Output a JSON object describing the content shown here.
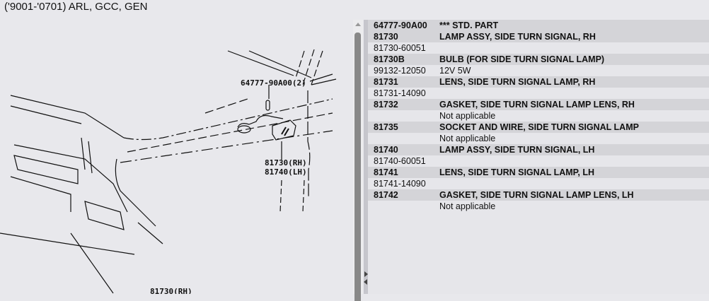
{
  "title": "('9001-'0701) ARL, GCC, GEN",
  "drawing": {
    "labels": [
      "64777-90A00(2)",
      "81730(RH)",
      "81740(LH)",
      "81730(RH)"
    ]
  },
  "parts": [
    {
      "type": "h",
      "code": "64777-90A00",
      "desc": "*** STD. PART"
    },
    {
      "type": "h",
      "code": "81730",
      "desc": "LAMP ASSY, SIDE TURN SIGNAL, RH"
    },
    {
      "type": "d",
      "code": "81730-60051",
      "desc": ""
    },
    {
      "type": "h",
      "code": "81730B",
      "desc": "BULB (FOR SIDE TURN SIGNAL LAMP)"
    },
    {
      "type": "d",
      "code": "99132-12050",
      "desc": "12V 5W"
    },
    {
      "type": "h",
      "code": "81731",
      "desc": "LENS, SIDE TURN SIGNAL LAMP, RH"
    },
    {
      "type": "d",
      "code": "81731-14090",
      "desc": ""
    },
    {
      "type": "h",
      "code": "81732",
      "desc": "GASKET, SIDE TURN SIGNAL LAMP LENS, RH"
    },
    {
      "type": "d",
      "code": "",
      "desc": "Not applicable"
    },
    {
      "type": "h",
      "code": "81735",
      "desc": "SOCKET AND WIRE, SIDE TURN SIGNAL LAMP"
    },
    {
      "type": "d",
      "code": "",
      "desc": "Not applicable"
    },
    {
      "type": "h",
      "code": "81740",
      "desc": "LAMP ASSY, SIDE TURN SIGNAL, LH"
    },
    {
      "type": "d",
      "code": "81740-60051",
      "desc": ""
    },
    {
      "type": "h",
      "code": "81741",
      "desc": "LENS, SIDE TURN SIGNAL LAMP, LH"
    },
    {
      "type": "d",
      "code": "81741-14090",
      "desc": ""
    },
    {
      "type": "h",
      "code": "81742",
      "desc": "GASKET, SIDE TURN SIGNAL LAMP LENS, LH"
    },
    {
      "type": "d",
      "code": "",
      "desc": "Not applicable"
    }
  ]
}
